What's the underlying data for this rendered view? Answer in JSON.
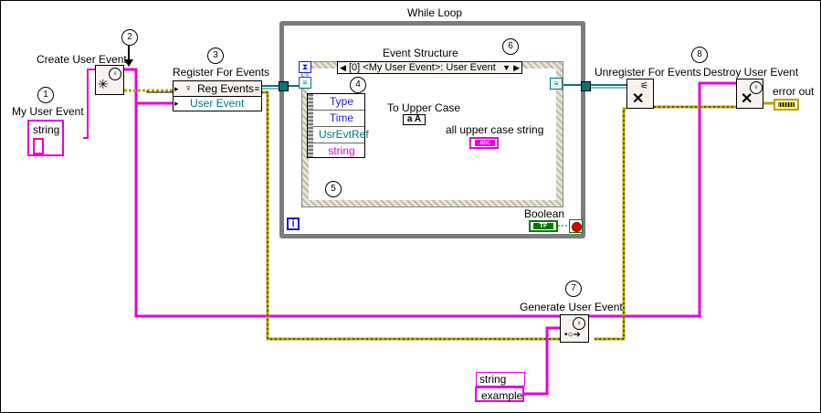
{
  "labels": {
    "while_loop": "While Loop",
    "event_structure": "Event Structure",
    "case_selector": "[0] <My User Event>: User Event",
    "create_user_event": "Create User Event",
    "register_for_events": "Register For Events",
    "reg_events": "Reg Events",
    "user_event_terminal": "User Event",
    "my_user_event": "My User Event",
    "string_type": "string",
    "unregister_for_events": "Unregister For Events",
    "destroy_user_event": "Destroy User Event",
    "error_out": "error out",
    "to_upper_case": "To Upper Case",
    "upper_case_fn": "a A",
    "all_upper_case_string": "all upper case string",
    "indicator_abc": "abc",
    "boolean": "Boolean",
    "bool_tf": "TF",
    "generate_user_event": "Generate User Event",
    "example_string_label": "string",
    "example_value": "example",
    "loop_iteration": "i"
  },
  "event_data_nodes": [
    "Type",
    "Time",
    "UsrEvtRef",
    "string"
  ],
  "callouts": [
    "1",
    "2",
    "3",
    "4",
    "5",
    "6",
    "7",
    "8"
  ],
  "colors": {
    "refnum": "#0a7474",
    "string": "#e800d8",
    "error": "#b8a400",
    "boolean": "#007a00",
    "stop": "#e00000",
    "blue_text": "#1c1cd8",
    "teal_text": "#007878"
  },
  "icons": {
    "create_user_event": "user-event-star-icon",
    "unregister": "unregister-x-icon",
    "destroy": "destroy-x-icon",
    "generate": "generate-arrow-icon",
    "stop": "stop-button-icon",
    "timeout": "hourglass-icon"
  }
}
